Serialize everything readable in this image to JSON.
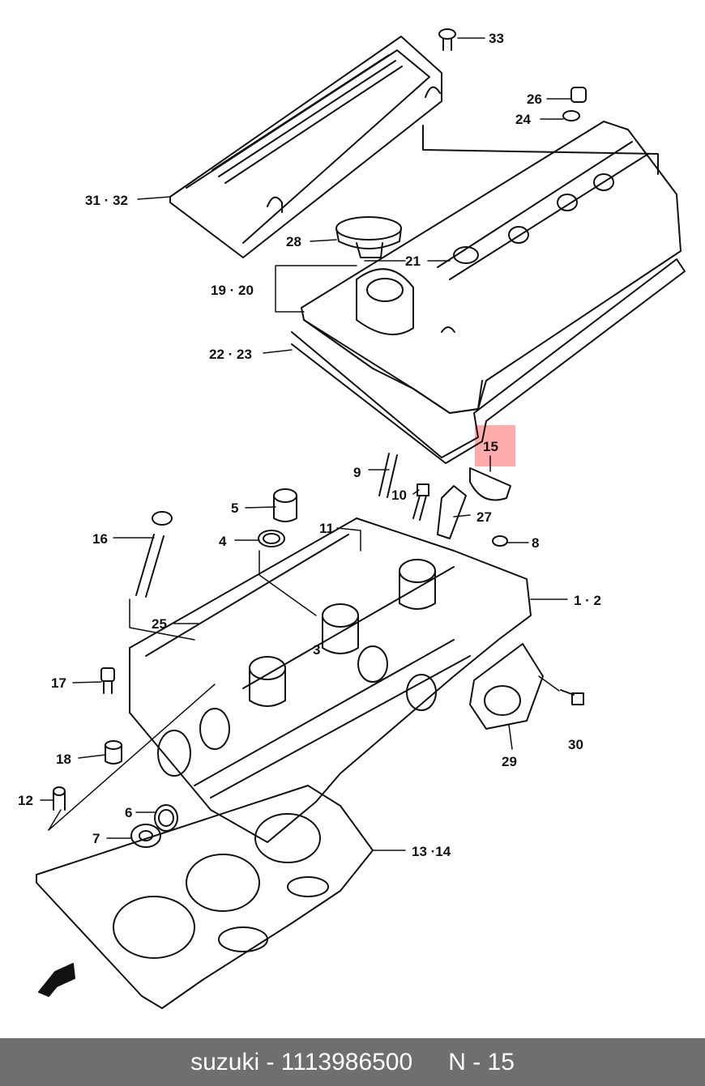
{
  "parts": [
    {
      "id": "p33",
      "label": "33"
    },
    {
      "id": "p26",
      "label": "26"
    },
    {
      "id": "p24",
      "label": "24"
    },
    {
      "id": "p3132",
      "label": "31 · 32"
    },
    {
      "id": "p28",
      "label": "28"
    },
    {
      "id": "p21",
      "label": "21"
    },
    {
      "id": "p1920",
      "label": "19 · 20"
    },
    {
      "id": "p2223",
      "label": "22 · 23"
    },
    {
      "id": "p15",
      "label": "15"
    },
    {
      "id": "p9",
      "label": "9"
    },
    {
      "id": "p10",
      "label": "10"
    },
    {
      "id": "p27",
      "label": "27"
    },
    {
      "id": "p5",
      "label": "5"
    },
    {
      "id": "p16",
      "label": "16"
    },
    {
      "id": "p11",
      "label": "11"
    },
    {
      "id": "p4",
      "label": "4"
    },
    {
      "id": "p8",
      "label": "8"
    },
    {
      "id": "p12b",
      "label": "1 · 2"
    },
    {
      "id": "p25",
      "label": "25"
    },
    {
      "id": "p3",
      "label": "3"
    },
    {
      "id": "p17",
      "label": "17"
    },
    {
      "id": "p30",
      "label": "30"
    },
    {
      "id": "p18",
      "label": "18"
    },
    {
      "id": "p29",
      "label": "29"
    },
    {
      "id": "p12",
      "label": "12"
    },
    {
      "id": "p6",
      "label": "6"
    },
    {
      "id": "p7",
      "label": "7"
    },
    {
      "id": "p1314",
      "label": "13 ·14"
    }
  ],
  "highlight": {
    "part": "15",
    "color": "#ff9c9c"
  },
  "footer": {
    "brand_part": "suzuki - 1113986500",
    "ref": "N - 15"
  },
  "colors": {
    "footer_bg": "#6f6f6f",
    "footer_text": "#ffffff"
  }
}
